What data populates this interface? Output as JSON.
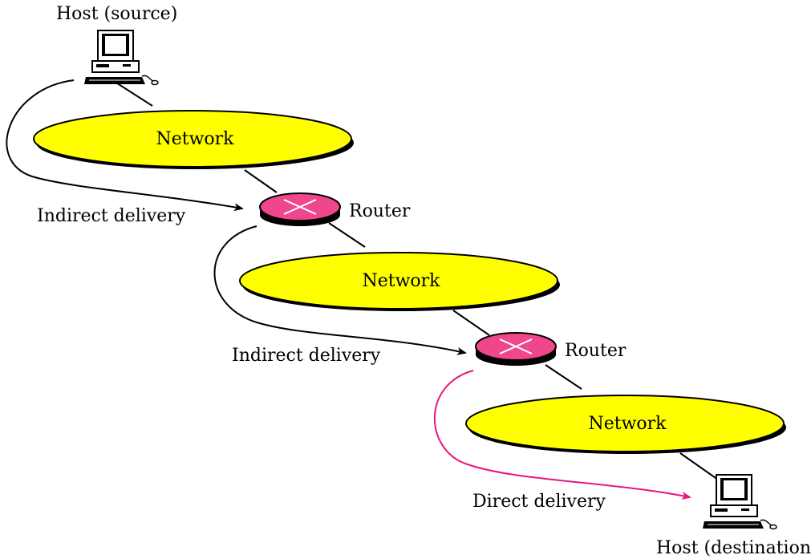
{
  "hosts": {
    "source_label": "Host (source)",
    "destination_label": "Host (destination)"
  },
  "networks": [
    {
      "label": "Network"
    },
    {
      "label": "Network"
    },
    {
      "label": "Network"
    }
  ],
  "routers": [
    {
      "label": "Router"
    },
    {
      "label": "Router"
    }
  ],
  "deliveries": [
    {
      "label": "Indirect delivery",
      "kind": "indirect"
    },
    {
      "label": "Indirect delivery",
      "kind": "indirect"
    },
    {
      "label": "Direct delivery",
      "kind": "direct"
    }
  ],
  "colors": {
    "network_fill": "#ffff00",
    "router_fill": "#f0468c",
    "direct_path": "#e6177e",
    "indirect_path": "#000000"
  },
  "icons": {
    "host": "computer-icon",
    "router": "router-icon"
  }
}
